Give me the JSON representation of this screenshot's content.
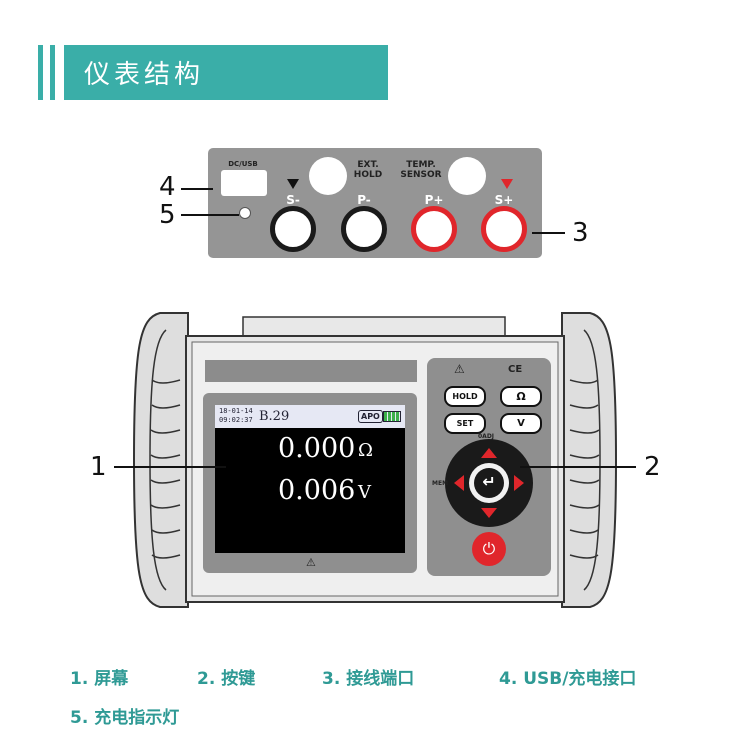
{
  "header": {
    "title": "仪表结构"
  },
  "callouts": {
    "c1": "1",
    "c2": "2",
    "c3": "3",
    "c4": "4",
    "c5": "5"
  },
  "panel": {
    "dc_usb": "DC/USB",
    "ext_hold_1": "EXT.",
    "ext_hold_2": "HOLD",
    "temp_1": "TEMP.",
    "temp_2": "SENSOR",
    "s_minus": "S-",
    "p_minus": "P-",
    "p_plus": "P+",
    "s_plus": "S+"
  },
  "device": {
    "warning_glyph": "⚠",
    "ce": "CE",
    "buttons": {
      "hold": "HOLD",
      "ohm": "Ω",
      "set": "SET",
      "volt": "V"
    },
    "oadj": "0ADJ",
    "mem": "MEM",
    "enter_glyph": "↵",
    "power_glyph": "⏻",
    "screen": {
      "date": "18-01-14",
      "time": "09:02:37",
      "mode": "B.29",
      "apo": "APO",
      "value1": "0.000",
      "unit1": "Ω",
      "value2": "0.006",
      "unit2": "V"
    }
  },
  "legend": {
    "item1": "1. 屏幕",
    "item2": "2. 按键",
    "item3": "3. 接线端口",
    "item4": "4. USB/充电接口",
    "item5": "5. 充电指示灯"
  },
  "colors": {
    "accent": "#3aaea8",
    "legend_text": "#2f9a95",
    "red": "#e0262b",
    "panel_gray": "#959595"
  }
}
